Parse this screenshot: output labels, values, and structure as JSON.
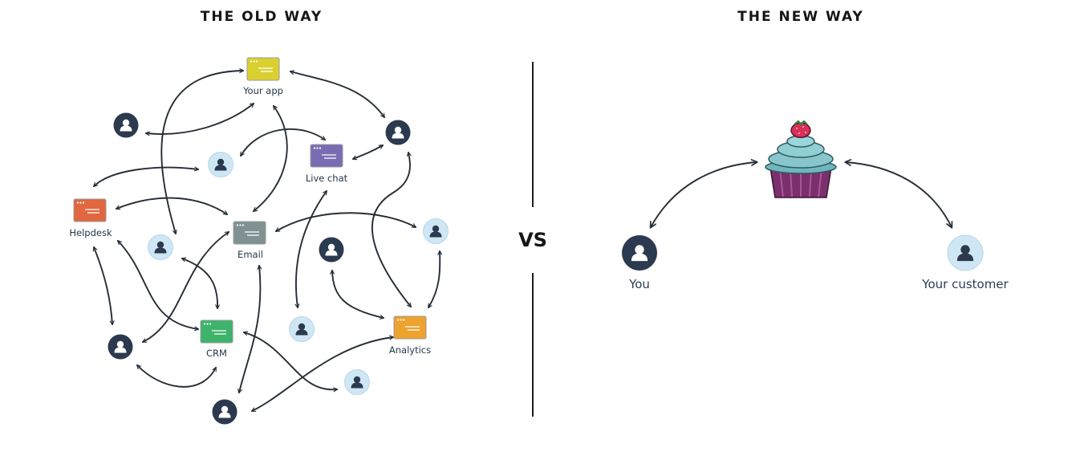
{
  "headings": {
    "old": "THE OLD WAY",
    "new": "THE NEW WAY"
  },
  "divider_label": "VS",
  "old_way": {
    "apps": [
      {
        "id": "your-app",
        "label": "Your app",
        "color": "#d9d030"
      },
      {
        "id": "live-chat",
        "label": "Live chat",
        "color": "#7a6cb2"
      },
      {
        "id": "helpdesk",
        "label": "Helpdesk",
        "color": "#e0673f"
      },
      {
        "id": "email",
        "label": "Email",
        "color": "#7f9193"
      },
      {
        "id": "crm",
        "label": "CRM",
        "color": "#3db36b"
      },
      {
        "id": "analytics",
        "label": "Analytics",
        "color": "#eda32e"
      }
    ],
    "person_colors": {
      "dark": "#2b3a4e",
      "light": "#cfe6f4"
    }
  },
  "new_way": {
    "you_label": "You",
    "customer_label": "Your customer",
    "center_icon": "cupcake-icon"
  }
}
